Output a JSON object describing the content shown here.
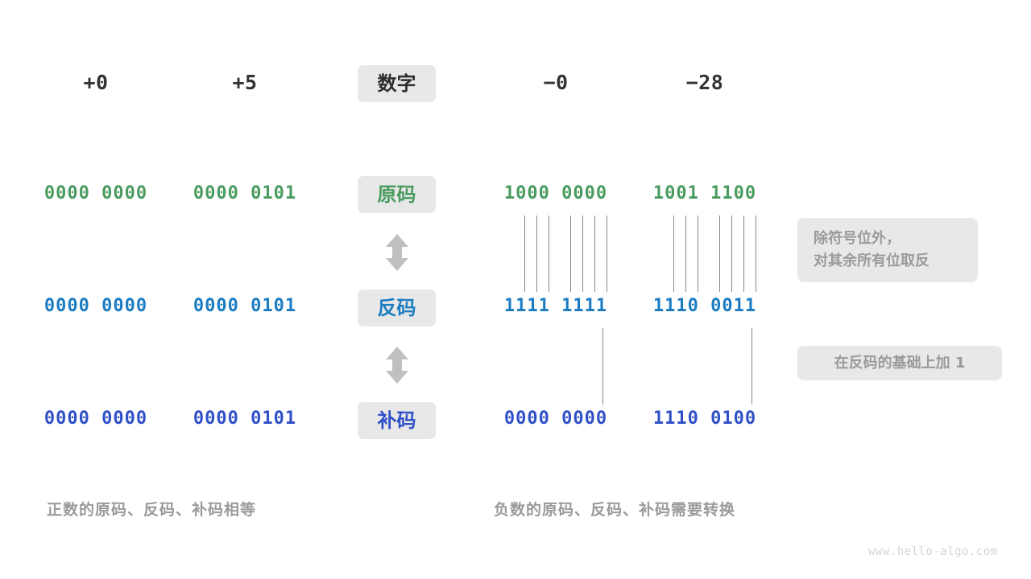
{
  "figure": {
    "title_row_kind": "数字",
    "columns": [
      {
        "name": "plus-zero",
        "header": "+0"
      },
      {
        "name": "plus-five",
        "header": "+5"
      },
      {
        "name": "minus-zero",
        "header": "−0"
      },
      {
        "name": "minus-28",
        "header": "−28"
      }
    ],
    "rows": [
      {
        "key": "sign-magnitude",
        "label": "原码",
        "color": "#4a9b5f",
        "values": {
          "plus-zero": "0000 0000",
          "plus-five": "0000 0101",
          "minus-zero": "1000 0000",
          "minus-28": "1001 1100"
        }
      },
      {
        "key": "ones-complement",
        "label": "反码",
        "color": "#1b7cc2",
        "values": {
          "plus-zero": "0000 0000",
          "plus-five": "0000 0101",
          "minus-zero": "1111 1111",
          "minus-28": "1110 0011"
        }
      },
      {
        "key": "twos-complement",
        "label": "补码",
        "color": "#3050c8",
        "values": {
          "plus-zero": "0000 0000",
          "plus-five": "0000 0101",
          "minus-zero": "0000 0000",
          "minus-28": "1110 0100"
        }
      }
    ],
    "notes": [
      {
        "key": "invert-note",
        "text": "除符号位外，\n对其余所有位取反"
      },
      {
        "key": "plus-one-note",
        "text": "在反码的基础上加 1"
      }
    ],
    "captions": {
      "positive": "正数的原码、反码、补码相等",
      "negative": "负数的原码、反码、补码需要转换"
    },
    "watermark": "www.hello-algo.com",
    "arrow_icon": "double-headed-vertical-arrow",
    "palette": {
      "pill_bg": "#e8e8e8",
      "note_bg": "#e8e8e8",
      "note_text": "#9a9a9a",
      "caption_text": "#9a9a9a",
      "header_text": "#333333",
      "connector_line": "#888888",
      "arrow": "#c0c0c0",
      "background": "#ffffff"
    }
  }
}
